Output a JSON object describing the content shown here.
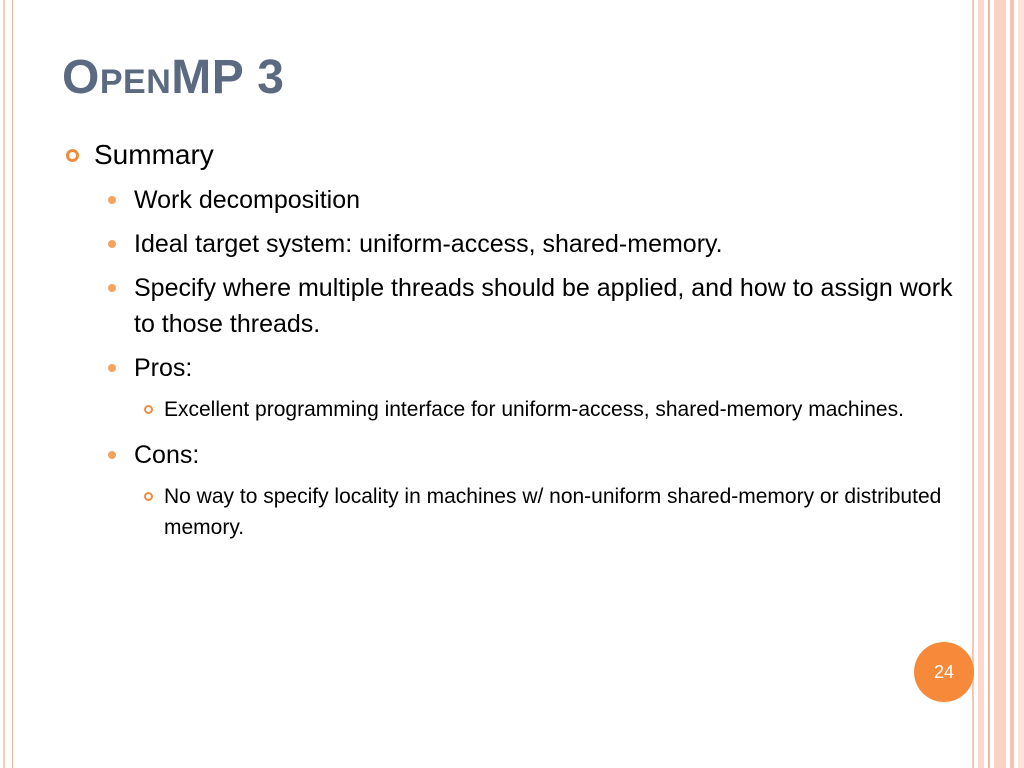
{
  "slide": {
    "title": "OpenMP 3",
    "page_number": "24",
    "accent_color": "#f7893a",
    "title_color": "#5b6a80"
  },
  "content": {
    "summary": "Summary",
    "work_decomposition": "Work decomposition",
    "ideal_target": "Ideal target system: uniform-access, shared-memory.",
    "specify_where": "Specify where multiple threads should be applied, and how to assign work to those threads.",
    "pros": "Pros:",
    "pros_detail": "Excellent programming interface for uniform-access, shared-memory machines.",
    "cons": "Cons:",
    "cons_detail": "No way to specify locality in machines w/ non-uniform shared-memory or distributed memory."
  },
  "icons": {
    "level1": "hollow-ring-bullet",
    "level2": "filled-dot-bullet",
    "level3": "small-ring-bullet"
  }
}
